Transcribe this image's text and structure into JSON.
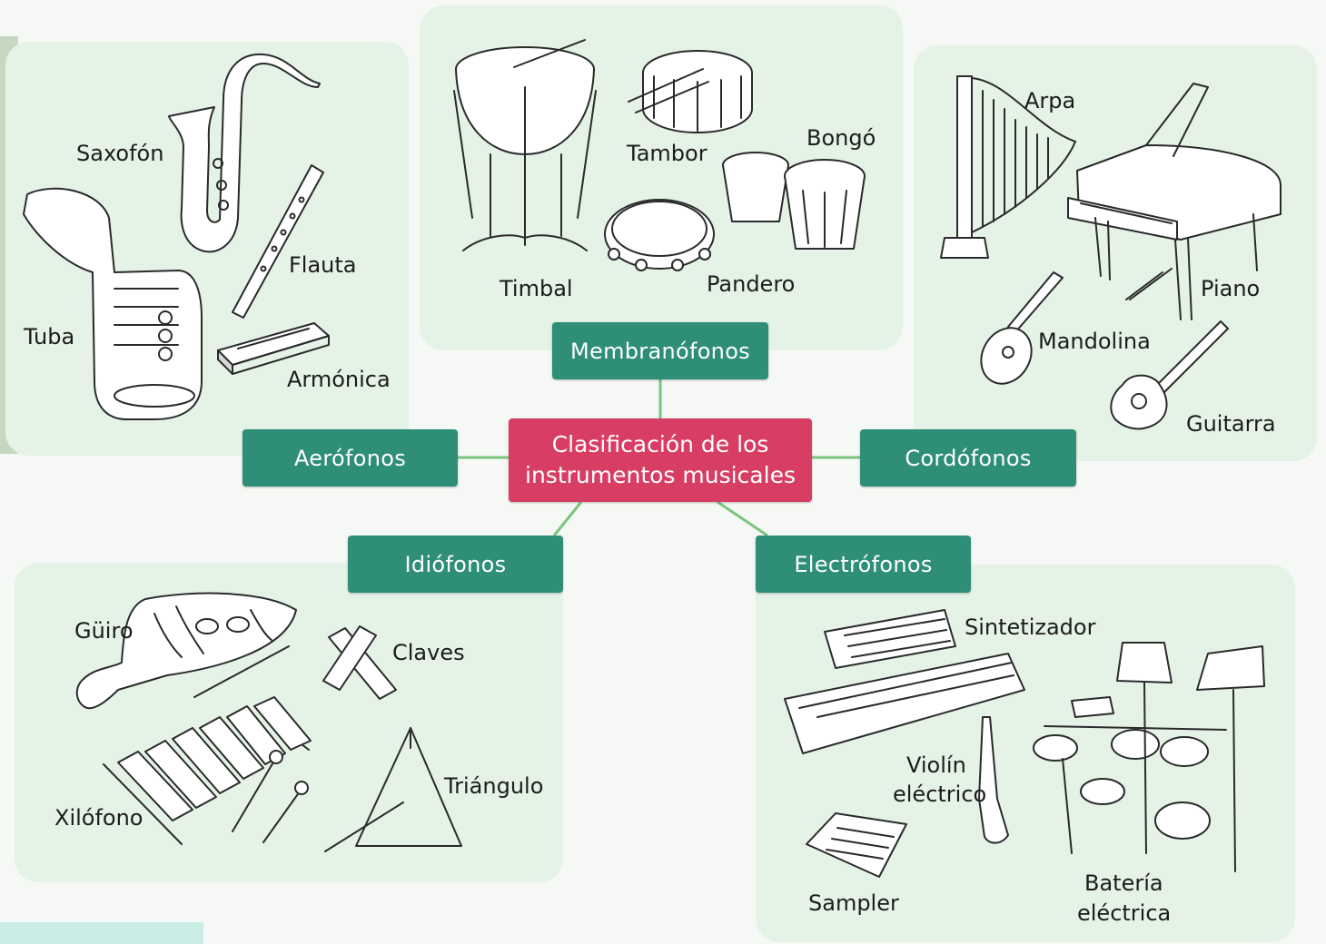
{
  "center": {
    "line1": "Clasificación de los",
    "line2": "instrumentos musicales"
  },
  "categories": {
    "membranofonos": "Membranófonos",
    "aerofonos": "Aerófonos",
    "cordofonos": "Cordófonos",
    "idiofonos": "Idiófonos",
    "electrofonos": "Electrófonos"
  },
  "instruments": {
    "membranofonos": {
      "timbal": "Timbal",
      "tambor": "Tambor",
      "bongo": "Bongó",
      "pandero": "Pandero"
    },
    "aerofonos": {
      "saxofon": "Saxofón",
      "flauta": "Flauta",
      "tuba": "Tuba",
      "armonica": "Armónica"
    },
    "cordofonos": {
      "arpa": "Arpa",
      "piano": "Piano",
      "mandolina": "Mandolina",
      "guitarra": "Guitarra"
    },
    "idiofonos": {
      "guiro": "Güiro",
      "claves": "Claves",
      "xilofono": "Xilófono",
      "triangulo": "Triángulo"
    },
    "electrofonos": {
      "sintetizador": "Sintetizador",
      "violin_line1": "Violín",
      "violin_line2": "eléctrico",
      "sampler": "Sampler",
      "bateria_line1": "Batería",
      "bateria_line2": "eléctrica"
    }
  },
  "colors": {
    "center": "#d83d63",
    "category": "#2e8e78",
    "panel": "#e4f3e6",
    "connector": "#7bc47f"
  }
}
